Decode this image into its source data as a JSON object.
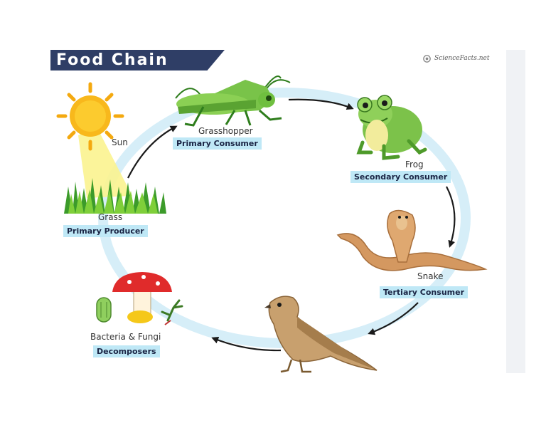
{
  "title": "Food Chain",
  "logo_text": "ScienceFacts.net",
  "sun_label": "Sun",
  "nodes": {
    "grass": {
      "name": "Grass",
      "role": "Primary Producer"
    },
    "grasshopper": {
      "name": "Grasshopper",
      "role": "Primary Consumer"
    },
    "frog": {
      "name": "Frog",
      "role": "Secondary Consumer"
    },
    "snake": {
      "name": "Snake",
      "role": "Tertiary Consumer"
    },
    "decomposers": {
      "name": "Bacteria & Fungi",
      "role": "Decomposers"
    }
  },
  "colors": {
    "title_banner": "#2f3e66",
    "label_box": "#bfe8f6",
    "cycle_ring": "#d6eef8",
    "arrow": "#1a1a1a"
  }
}
